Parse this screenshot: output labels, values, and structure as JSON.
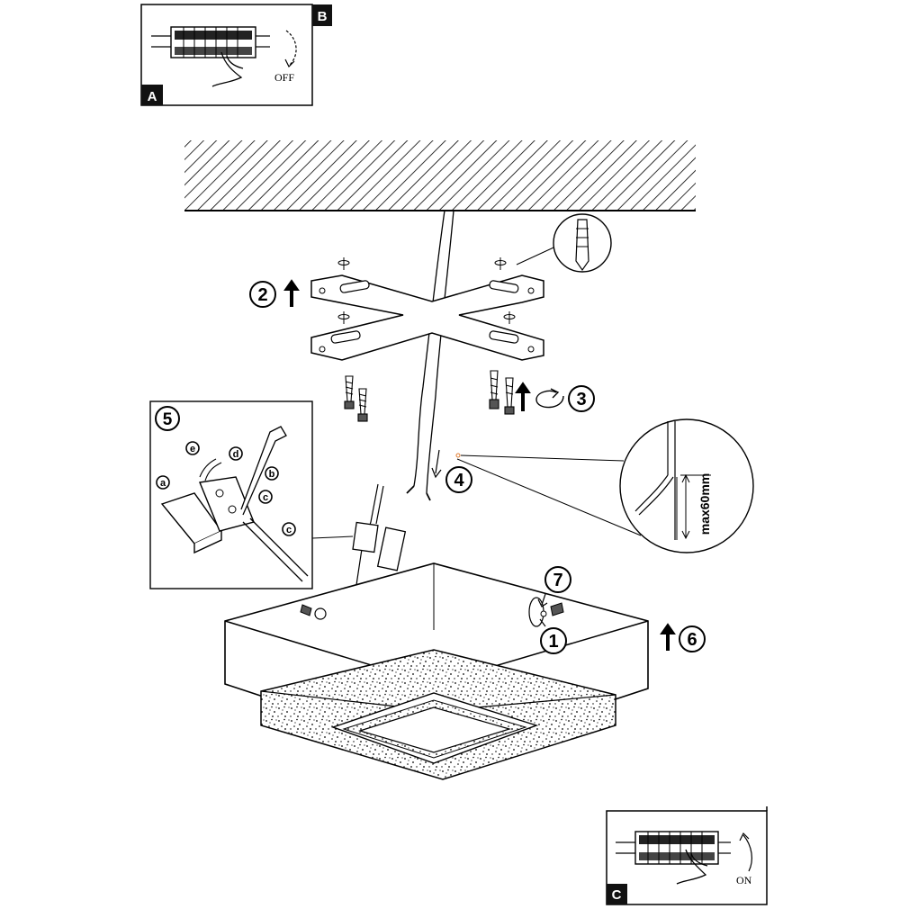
{
  "panels": {
    "breaker_off": {
      "corner_tag_left": "A",
      "corner_tag_right": "B",
      "state_text": "OFF"
    },
    "breaker_on": {
      "corner_tag": "C",
      "state_text": "ON"
    }
  },
  "steps": {
    "mount_bracket": "2",
    "fix_screws": "3",
    "pull_cable": "4",
    "connect_wires": "5",
    "raise_lamp": "6",
    "fix_lamp": "7",
    "remove_screw": "1"
  },
  "wiring_detail": {
    "a": "a",
    "b": "b",
    "c1": "c",
    "c2": "c",
    "d": "d",
    "e": "e"
  },
  "cable_detail": {
    "strip_length": "max60mm"
  },
  "colors": {
    "line": "#000000",
    "background": "#ffffff",
    "pointer_dot": "#e07a2e"
  }
}
